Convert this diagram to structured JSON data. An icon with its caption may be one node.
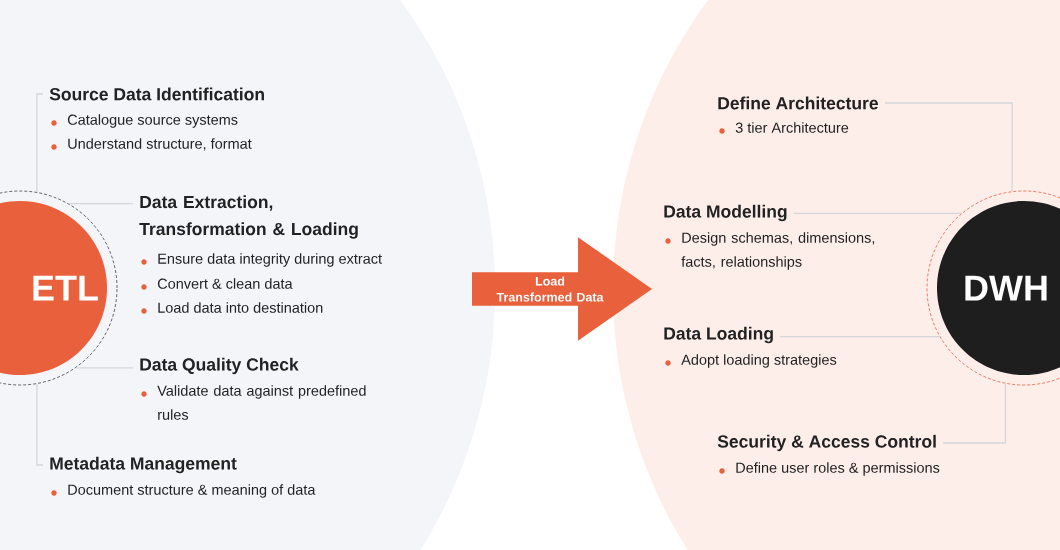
{
  "diagram": {
    "nodes": [
      {
        "text": [
          "ETL"
        ]
      },
      {
        "text": [
          "Source Data Identification"
        ],
        "beside": [
          "Catalogue source systems",
          "Understand structure, format"
        ]
      },
      {
        "text": [
          "Data Extraction, Transformation & Loading"
        ],
        "beside": [
          "Ensure data integrity during extract",
          "Convert & clean data",
          "Load data into destination"
        ]
      },
      {
        "text": [
          "Data Quality Check"
        ],
        "beside": [
          "Validate data against predefined rules"
        ]
      },
      {
        "text": [
          "Metadata Management"
        ],
        "beside": [
          "Document structure & meaning of data"
        ]
      },
      {
        "text": [
          "Load Transformed Data"
        ]
      },
      {
        "text": [
          "DWH"
        ]
      },
      {
        "text": [
          "Define Architecture"
        ],
        "beside": [
          "3 tier Architecture"
        ]
      },
      {
        "text": [
          "Data Modelling"
        ],
        "beside": [
          "Design schemas, dimensions, facts, relationships"
        ]
      },
      {
        "text": [
          "Data Loading"
        ],
        "beside": [
          "Adopt loading strategies"
        ]
      },
      {
        "text": [
          "Security & Access Control"
        ],
        "beside": [
          "Define user roles & permissions"
        ]
      }
    ],
    "edges": [
      {
        "from": 0,
        "to": 1,
        "arrow": "none"
      },
      {
        "from": 0,
        "to": 2,
        "arrow": "none"
      },
      {
        "from": 0,
        "to": 3,
        "arrow": "none"
      },
      {
        "from": 0,
        "to": 4,
        "arrow": "none"
      },
      {
        "from": 6,
        "to": 7,
        "arrow": "none"
      },
      {
        "from": 6,
        "to": 8,
        "arrow": "none"
      },
      {
        "from": 6,
        "to": 9,
        "arrow": "none"
      },
      {
        "from": 6,
        "to": 10,
        "arrow": "none"
      }
    ]
  }
}
